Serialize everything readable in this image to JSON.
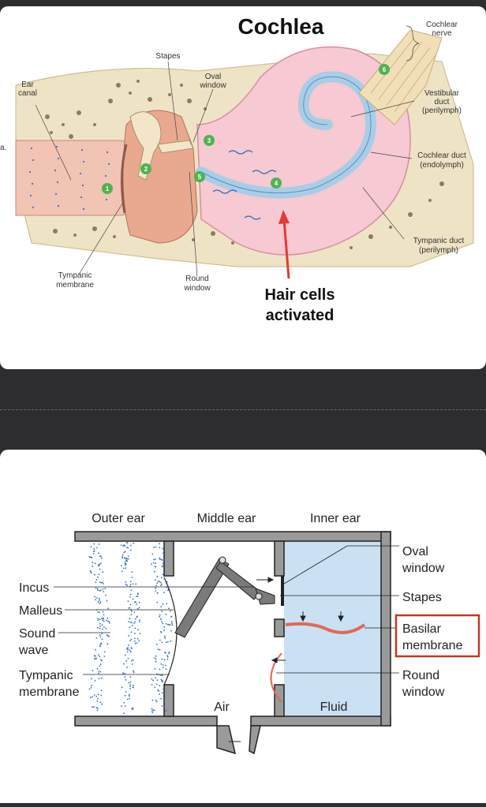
{
  "cochlea": {
    "title": "Cochlea",
    "labels": {
      "ear_canal": [
        "Ear",
        "canal"
      ],
      "stapes": "Stapes",
      "oval_window": [
        "Oval",
        "window"
      ],
      "cochlear_nerve": [
        "Cochlear",
        "nerve"
      ],
      "vestibular_duct": [
        "Vestibular",
        "duct",
        "(perilymph)"
      ],
      "cochlear_duct": [
        "Cochlear duct",
        "(endolymph)"
      ],
      "tympanic_duct": [
        "Tympanic duct",
        "(perilymph)"
      ],
      "tympanic_membrane": [
        "Tympanic",
        "membrane"
      ],
      "round_window": [
        "Round",
        "window"
      ],
      "cut_text": "a."
    },
    "steps": [
      "1",
      "2",
      "3",
      "4",
      "5",
      "6"
    ],
    "annotation": [
      "Hair cells",
      "activated"
    ],
    "colors": {
      "step": "#4fb34f",
      "arrow": "#e53935",
      "duct": "#aacde6",
      "cochlea_wall": "#f6c9d3",
      "bone": "#efe3c6"
    }
  },
  "ear_schematic": {
    "regions": [
      "Outer ear",
      "Middle ear",
      "Inner ear"
    ],
    "left_labels": {
      "incus": "Incus",
      "malleus": "Malleus",
      "sound_wave": [
        "Sound",
        "wave"
      ],
      "tympanic_membrane": [
        "Tympanic",
        "membrane"
      ]
    },
    "right_labels": {
      "oval_window": [
        "Oval",
        "window"
      ],
      "stapes": "Stapes",
      "basilar_membrane": [
        "Basilar",
        "membrane"
      ],
      "round_window": [
        "Round",
        "window"
      ]
    },
    "chamber_labels": {
      "air": "Air",
      "fluid": "Fluid"
    },
    "colors": {
      "fluid": "#c9e1f3",
      "wall": "#9a9a9a",
      "membrane": "#e06a55",
      "highlight_box": "#c0392b",
      "dots": "#2e6fc0"
    }
  }
}
